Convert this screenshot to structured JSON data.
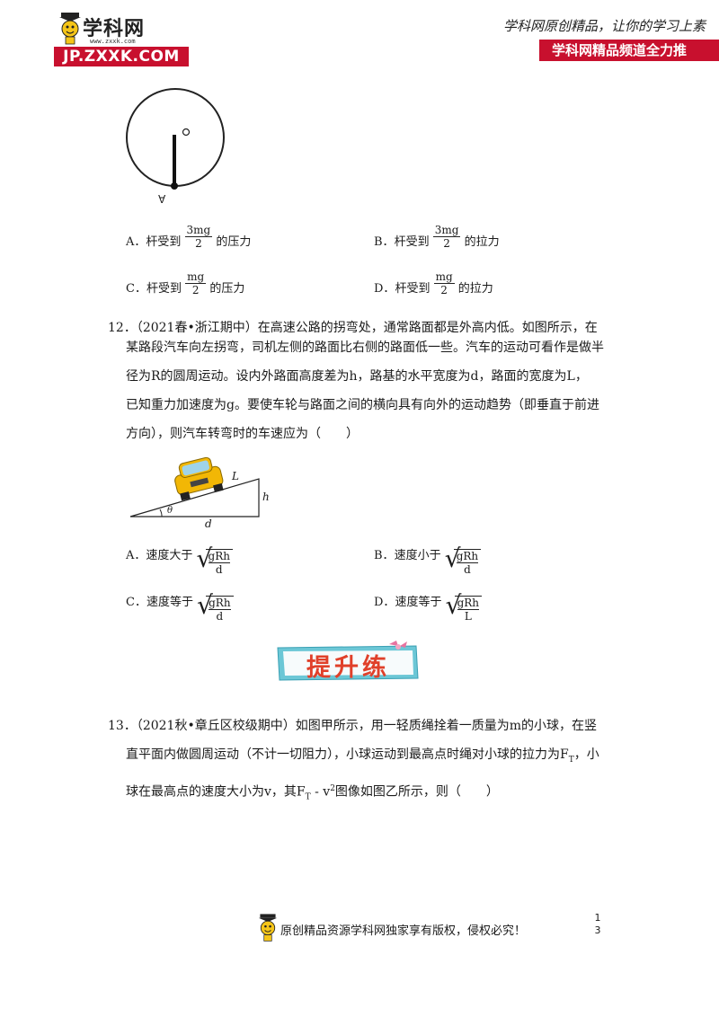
{
  "header": {
    "logo_name": "学科网",
    "logo_sub": "www.zxxk.com",
    "logo_url_bar": "JP.ZXXK.COM",
    "slogan": "学科网原创精品，让你的学习上素",
    "channel": "学科网精品频道全力推"
  },
  "figure1": {
    "point_label": "A",
    "center_label": "O"
  },
  "q11_options": [
    {
      "letter": "A．",
      "prefix": "杆受到",
      "num": "3mg",
      "den": "2",
      "suffix": "的压力"
    },
    {
      "letter": "B．",
      "prefix": "杆受到",
      "num": "3mg",
      "den": "2",
      "suffix": "的拉力"
    },
    {
      "letter": "C．",
      "prefix": "杆受到",
      "num": "mg",
      "den": "2",
      "suffix": "的压力"
    },
    {
      "letter": "D．",
      "prefix": "杆受到",
      "num": "mg",
      "den": "2",
      "suffix": "的拉力"
    }
  ],
  "q12": {
    "number": "12．",
    "source": "（2021春•浙江期中）",
    "lines": [
      "在高速公路的拐弯处，通常路面都是外高内低。如图所示，在",
      "某路段汽车向左拐弯，司机左侧的路面比右侧的路面低一些。汽车的运动可看作是做半",
      "径为R的圆周运动。设内外路面高度差为h，路基的水平宽度为d，路面的宽度为L，",
      "已知重力加速度为g。要使车轮与路面之间的横向具有向外的运动趋势（即垂直于前进",
      "方向），则汽车转弯时的车速应为（　　）"
    ],
    "figure_labels": {
      "L": "L",
      "h": "h",
      "d": "d",
      "theta": "θ"
    },
    "options": [
      {
        "letter": "A．",
        "prefix": "速度大于",
        "num": "gRh",
        "den": "d"
      },
      {
        "letter": "B．",
        "prefix": "速度小于",
        "num": "gRh",
        "den": "d"
      },
      {
        "letter": "C．",
        "prefix": "速度等于",
        "num": "gRh",
        "den": "d"
      },
      {
        "letter": "D．",
        "prefix": "速度等于",
        "num": "gRh",
        "den": "L"
      }
    ]
  },
  "banner": {
    "text": "提升练"
  },
  "q13": {
    "number": "13．",
    "source": "（2021秋•章丘区校级期中）",
    "line1": "如图甲所示，用一轻质绳拴着一质量为m的小球，在竖",
    "line2": "直平面内做圆周运动（不计一切阻力），小球运动到最高点时绳对小球的拉力为F",
    "line2_sub": "T",
    "line2_end": "，小",
    "line3": "球在最高点的速度大小为v，其F",
    "line3_sub": "T",
    "line3_mid": " - v",
    "line3_sup": "2",
    "line3_end": "图像如图乙所示，则（　　）"
  },
  "footer": {
    "text": "原创精品资源学科网独家享有版权，侵权必究！",
    "page_top": "1",
    "page_bottom": "3"
  },
  "colors": {
    "brand_red": "#c8102e",
    "banner_bg": "#6cc7d6",
    "banner_text": "#e0402a",
    "car_yellow": "#f2b705"
  }
}
